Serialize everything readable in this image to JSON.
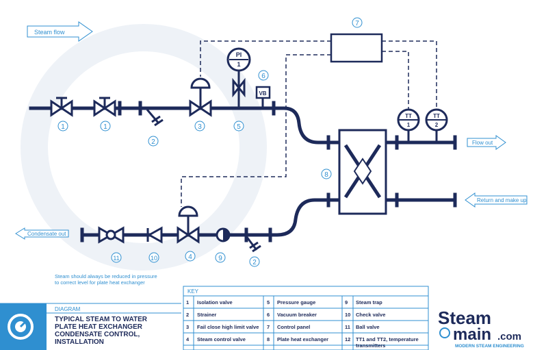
{
  "labels": {
    "steam_flow": "Steam flow",
    "flow_out": "Flow out",
    "return_makeup": "Return and make up",
    "condensate_out": "Condensate out",
    "note_line1": "Steam should always be reduced in pressure",
    "note_line2": "to correct level for plate heat exchanger"
  },
  "instruments": {
    "pi_top": "PI",
    "pi_bottom": "1",
    "vb": "VB",
    "tt1_top": "TT",
    "tt1_bottom": "1",
    "tt2_top": "TT",
    "tt2_bottom": "2"
  },
  "callouts": {
    "c1a": "1",
    "c1b": "1",
    "c2a": "2",
    "c3": "3",
    "c5": "5",
    "c6": "6",
    "c7": "7",
    "c8": "8",
    "c11": "11",
    "c10": "10",
    "c4": "4",
    "c9": "9",
    "c2b": "2"
  },
  "title_block": {
    "category": "DIAGRAM",
    "title_line1": "TYPICAL STEAM TO WATER",
    "title_line2": "PLATE HEAT EXCHANGER",
    "title_line3": "CONDENSATE CONTROL,",
    "title_line4": "INSTALLATION"
  },
  "key": {
    "heading": "KEY",
    "items": [
      {
        "n": "1",
        "label": "Isolation valve"
      },
      {
        "n": "2",
        "label": "Strainer"
      },
      {
        "n": "3",
        "label": "Fail close high limit valve"
      },
      {
        "n": "4",
        "label": "Steam control valve"
      },
      {
        "n": "5",
        "label": "Pressure gauge"
      },
      {
        "n": "6",
        "label": "Vacuum breaker"
      },
      {
        "n": "7",
        "label": "Control panel"
      },
      {
        "n": "8",
        "label": "Plate heat exchanger"
      },
      {
        "n": "9",
        "label": "Steam trap"
      },
      {
        "n": "10",
        "label": "Check valve"
      },
      {
        "n": "11",
        "label": "Ball valve"
      },
      {
        "n": "12",
        "label": "TT1 and TT2, temperature"
      },
      {
        "n": "",
        "label": "transmitters"
      }
    ]
  },
  "logo": {
    "word1": "Steam",
    "word2": "main",
    "suffix": ".com",
    "tagline": "MODERN STEAM ENGINEERING"
  },
  "colors": {
    "pipe": "#1d2a5a",
    "accent": "#2f8fd0",
    "watermark": "#eef1f6"
  }
}
